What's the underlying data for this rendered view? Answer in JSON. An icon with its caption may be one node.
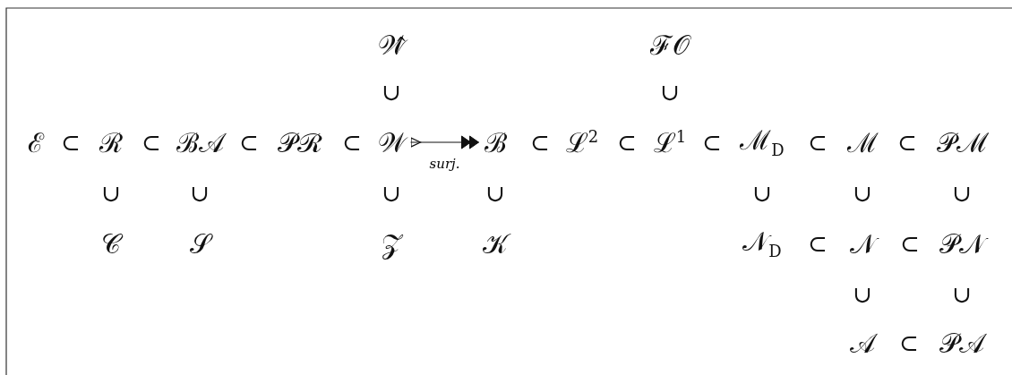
{
  "diagram": {
    "nodes": [
      {
        "text": [
          "𝒲̂"
        ]
      },
      {
        "text": [
          "ℱ𝒪"
        ]
      },
      {
        "text": [
          "ℰ"
        ]
      },
      {
        "text": [
          "ℛ"
        ]
      },
      {
        "text": [
          "ℬ𝒜"
        ]
      },
      {
        "text": [
          "𝒫ℛ"
        ]
      },
      {
        "text": [
          "𝒲"
        ]
      },
      {
        "text": [
          "ℬ"
        ]
      },
      {
        "text": [
          "ℒ$^{2}$"
        ]
      },
      {
        "text": [
          "ℒ$^{1}$"
        ]
      },
      {
        "text": [
          "ℳ$_{D}$"
        ]
      },
      {
        "text": [
          "ℳ"
        ]
      },
      {
        "text": [
          "𝒫ℳ"
        ]
      },
      {
        "text": [
          "𝒞"
        ]
      },
      {
        "text": [
          "𝒮"
        ]
      },
      {
        "text": [
          "𝒵"
        ]
      },
      {
        "text": [
          "𝒦"
        ]
      },
      {
        "text": [
          "𝒩$_{D}$"
        ]
      },
      {
        "text": [
          "𝒩"
        ]
      },
      {
        "text": [
          "𝒫𝒩"
        ]
      },
      {
        "text": [
          "𝒜"
        ]
      },
      {
        "text": [
          "𝒫𝒜"
        ]
      }
    ],
    "edges": [
      {
        "from": 6,
        "to": 7,
        "arrow": "to",
        "label": "surj."
      }
    ],
    "labels": [
      "∪",
      "∪",
      "⊂",
      "⊂",
      "⊂",
      "⊂",
      "⊂",
      "⊂",
      "⊂",
      "⊂",
      "⊂",
      "∪",
      "∪",
      "∪",
      "∪",
      "∪",
      "∪",
      "∪",
      "⊂",
      "⊂",
      "∪",
      "∪",
      "⊂"
    ]
  }
}
